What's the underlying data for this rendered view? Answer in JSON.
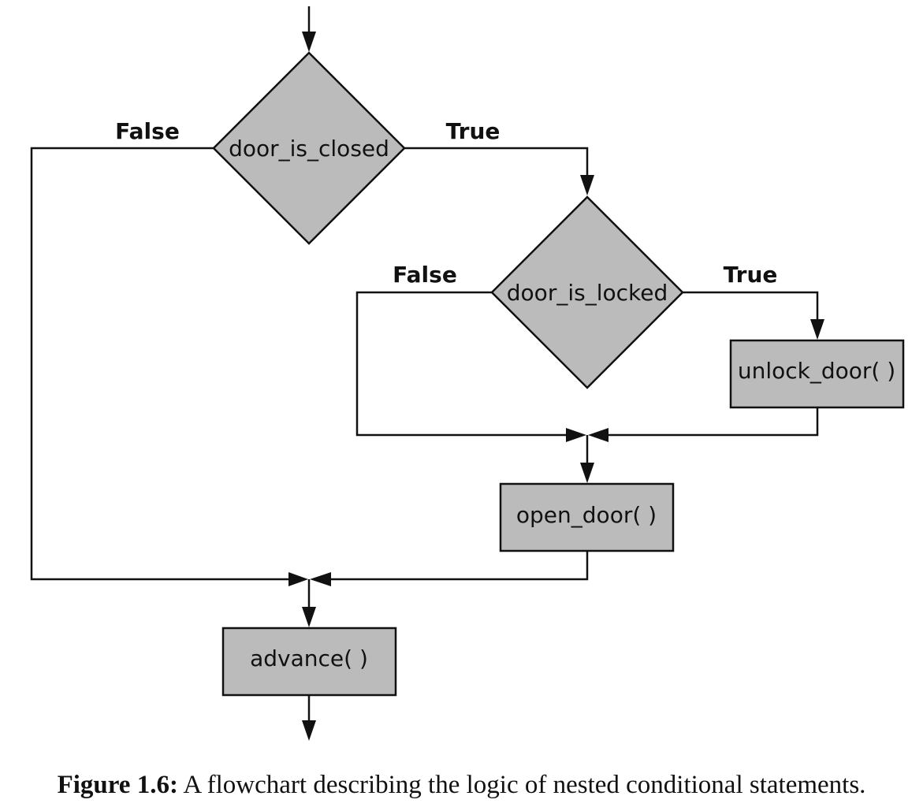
{
  "diagram": {
    "decisions": {
      "door_is_closed": "door_is_closed",
      "door_is_locked": "door_is_locked"
    },
    "actions": {
      "unlock_door": "unlock_door( )",
      "open_door": "open_door( )",
      "advance": "advance( )"
    },
    "edge_labels": {
      "closed_false": "False",
      "closed_true": "True",
      "locked_false": "False",
      "locked_true": "True"
    },
    "colors": {
      "node_fill": "#bbbbbb",
      "stroke": "#111111"
    }
  },
  "caption": {
    "label": "Figure 1.6:",
    "text": "A flowchart describing the logic of nested conditional statements."
  }
}
